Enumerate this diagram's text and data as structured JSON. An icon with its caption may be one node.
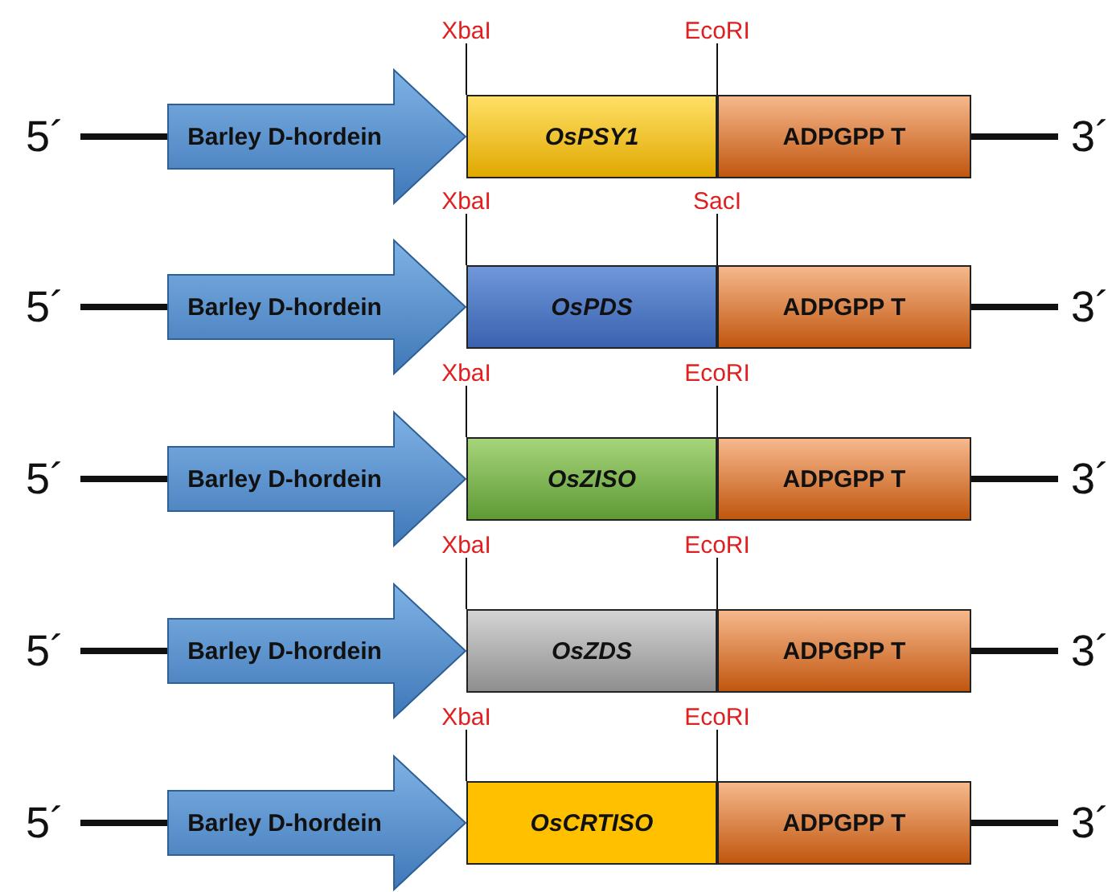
{
  "diagram": {
    "nodes": [
      {
        "text": [
          "5´"
        ]
      },
      {
        "text": [
          "Barley D-hordein"
        ]
      },
      {
        "text": [
          "OsPSY1"
        ]
      },
      {
        "text": [
          "ADPGPP T"
        ]
      },
      {
        "text": [
          "3´"
        ]
      },
      {
        "text": [
          "XbaI"
        ]
      },
      {
        "text": [
          "EcoRI"
        ]
      },
      {
        "text": [
          "5´"
        ]
      },
      {
        "text": [
          "Barley D-hordein"
        ]
      },
      {
        "text": [
          "OsPDS"
        ]
      },
      {
        "text": [
          "ADPGPP T"
        ]
      },
      {
        "text": [
          "3´"
        ]
      },
      {
        "text": [
          "XbaI"
        ]
      },
      {
        "text": [
          "SacI"
        ]
      },
      {
        "text": [
          "5´"
        ]
      },
      {
        "text": [
          "Barley D-hordein"
        ]
      },
      {
        "text": [
          "OsZISO"
        ]
      },
      {
        "text": [
          "ADPGPP T"
        ]
      },
      {
        "text": [
          "3´"
        ]
      },
      {
        "text": [
          "XbaI"
        ]
      },
      {
        "text": [
          "EcoRI"
        ]
      },
      {
        "text": [
          "5´"
        ]
      },
      {
        "text": [
          "Barley D-hordein"
        ]
      },
      {
        "text": [
          "OsZDS"
        ]
      },
      {
        "text": [
          "ADPGPP T"
        ]
      },
      {
        "text": [
          "3´"
        ]
      },
      {
        "text": [
          "XbaI"
        ]
      },
      {
        "text": [
          "EcoRI"
        ]
      },
      {
        "text": [
          "5´"
        ]
      },
      {
        "text": [
          "Barley D-hordein"
        ]
      },
      {
        "text": [
          "OsCRTISO"
        ]
      },
      {
        "text": [
          "ADPGPP T"
        ]
      },
      {
        "text": [
          "3´"
        ]
      },
      {
        "text": [
          "XbaI"
        ]
      },
      {
        "text": [
          "EcoRI"
        ]
      }
    ],
    "edges": [
      {
        "from": 0,
        "to": 1,
        "arrow": "none",
        "style": "thick"
      },
      {
        "from": 3,
        "to": 4,
        "arrow": "none",
        "style": "thick"
      },
      {
        "from": 5,
        "to": 2,
        "arrow": "none"
      },
      {
        "from": 6,
        "to": 2,
        "arrow": "none"
      },
      {
        "from": 7,
        "to": 8,
        "arrow": "none",
        "style": "thick"
      },
      {
        "from": 10,
        "to": 11,
        "arrow": "none",
        "style": "thick"
      },
      {
        "from": 12,
        "to": 9,
        "arrow": "none"
      },
      {
        "from": 13,
        "to": 9,
        "arrow": "none"
      },
      {
        "from": 14,
        "to": 15,
        "arrow": "none",
        "style": "thick"
      },
      {
        "from": 17,
        "to": 18,
        "arrow": "none",
        "style": "thick"
      },
      {
        "from": 19,
        "to": 16,
        "arrow": "none"
      },
      {
        "from": 20,
        "to": 16,
        "arrow": "none"
      },
      {
        "from": 21,
        "to": 22,
        "arrow": "none",
        "style": "thick"
      },
      {
        "from": 24,
        "to": 25,
        "arrow": "none",
        "style": "thick"
      },
      {
        "from": 26,
        "to": 23,
        "arrow": "none"
      },
      {
        "from": 27,
        "to": 23,
        "arrow": "none"
      },
      {
        "from": 28,
        "to": 29,
        "arrow": "none",
        "style": "thick"
      },
      {
        "from": 31,
        "to": 32,
        "arrow": "none",
        "style": "thick"
      },
      {
        "from": 33,
        "to": 30,
        "arrow": "none"
      },
      {
        "from": 34,
        "to": 30,
        "arrow": "none"
      }
    ]
  }
}
